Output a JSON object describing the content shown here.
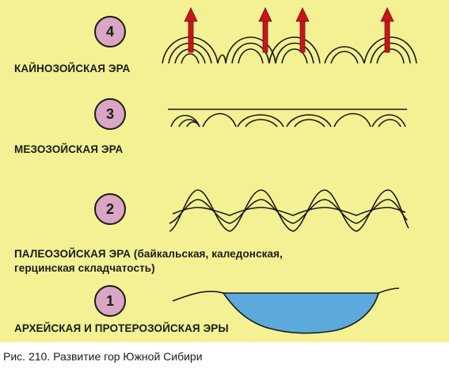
{
  "stages": [
    {
      "number": "4",
      "era": "КАЙНОЗОЙСКАЯ ЭРА"
    },
    {
      "number": "3",
      "era": "МЕЗОЗОЙСКАЯ ЭРА"
    },
    {
      "number": "2",
      "era_line1": "ПАЛЕОЗОЙСКАЯ ЭРА (байкальская, каледонская,",
      "era_line2": "герцинская складчатость)"
    },
    {
      "number": "1",
      "era": "АРХЕЙСКАЯ И ПРОТЕРОЗОЙСКАЯ ЭРЫ"
    }
  ],
  "caption": "Рис. 210. Развитие гор Южной Сибири",
  "colors": {
    "background": "#f3f193",
    "badge": "#d9a6c5",
    "arrow": "#c4161c",
    "water": "#5ca9dc",
    "line": "#1a1a1a"
  },
  "icons": [
    "uplift-arrow-icon",
    "fold-arch-icon",
    "sea-basin-icon"
  ]
}
